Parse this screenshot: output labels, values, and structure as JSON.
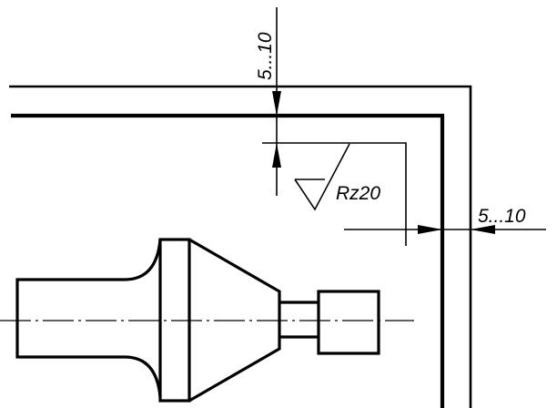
{
  "annotations": {
    "offset_top": "5...10",
    "offset_right": "5...10",
    "roughness": "Rz20"
  }
}
